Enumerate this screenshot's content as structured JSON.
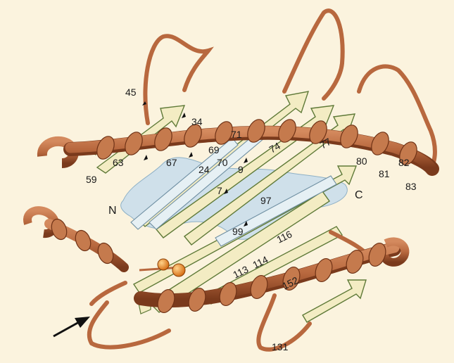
{
  "figure": {
    "colors": {
      "background": "#fbf3de",
      "helix": "#b8683e",
      "helix_dark": "#7a3a1c",
      "strand_fill": "#f3ecc3",
      "strand_edge": "#5f7a38",
      "groove": "#cfe0ea",
      "groove_edge": "#8fb1c6",
      "ligand": "#e98a1c",
      "arrow": "#111111"
    },
    "terminus_labels": {
      "n": "N",
      "c": "C"
    },
    "residues": {
      "r45": "45",
      "r34": "34",
      "r71a": "71",
      "r63": "63",
      "r69": "69",
      "r74": "74",
      "r77": "77",
      "r59": "59",
      "r67": "67",
      "r70": "70",
      "r24": "24",
      "r9": "9",
      "r80": "80",
      "r81": "81",
      "r82": "82",
      "r83": "83",
      "r7": "7",
      "r97": "97",
      "r99": "99",
      "r116": "116",
      "r113": "113",
      "r114": "114",
      "r152": "152",
      "r131": "131"
    }
  }
}
